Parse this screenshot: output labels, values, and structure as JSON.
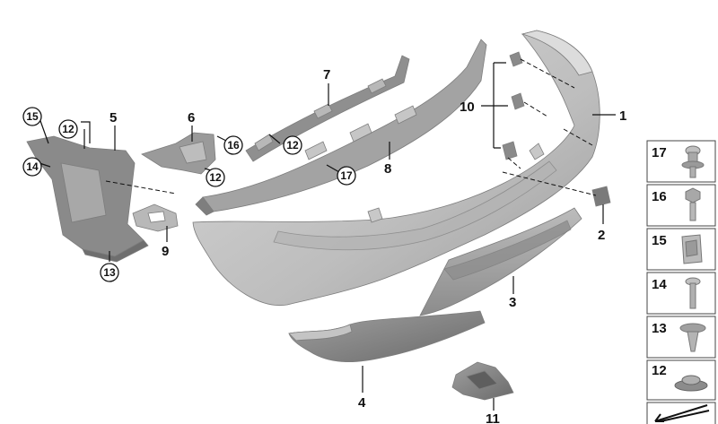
{
  "diagram": {
    "callouts": {
      "p1": "1",
      "p2": "2",
      "p3": "3",
      "p4": "4",
      "p5": "5",
      "p6": "6",
      "p7": "7",
      "p8": "8",
      "p9": "9",
      "p10": "10",
      "p11": "11"
    },
    "circled_callouts": {
      "c15": "15",
      "c14": "14",
      "c12a": "12",
      "c12b": "12",
      "c12c": "12",
      "c16": "16",
      "c17": "17",
      "c13": "13"
    },
    "legend": [
      "17",
      "16",
      "15",
      "14",
      "13",
      "12"
    ]
  },
  "colors": {
    "part_light": "#c9c9c9",
    "part_mid": "#a8a8a8",
    "part_dark": "#6f6f6f",
    "line": "#111111"
  }
}
